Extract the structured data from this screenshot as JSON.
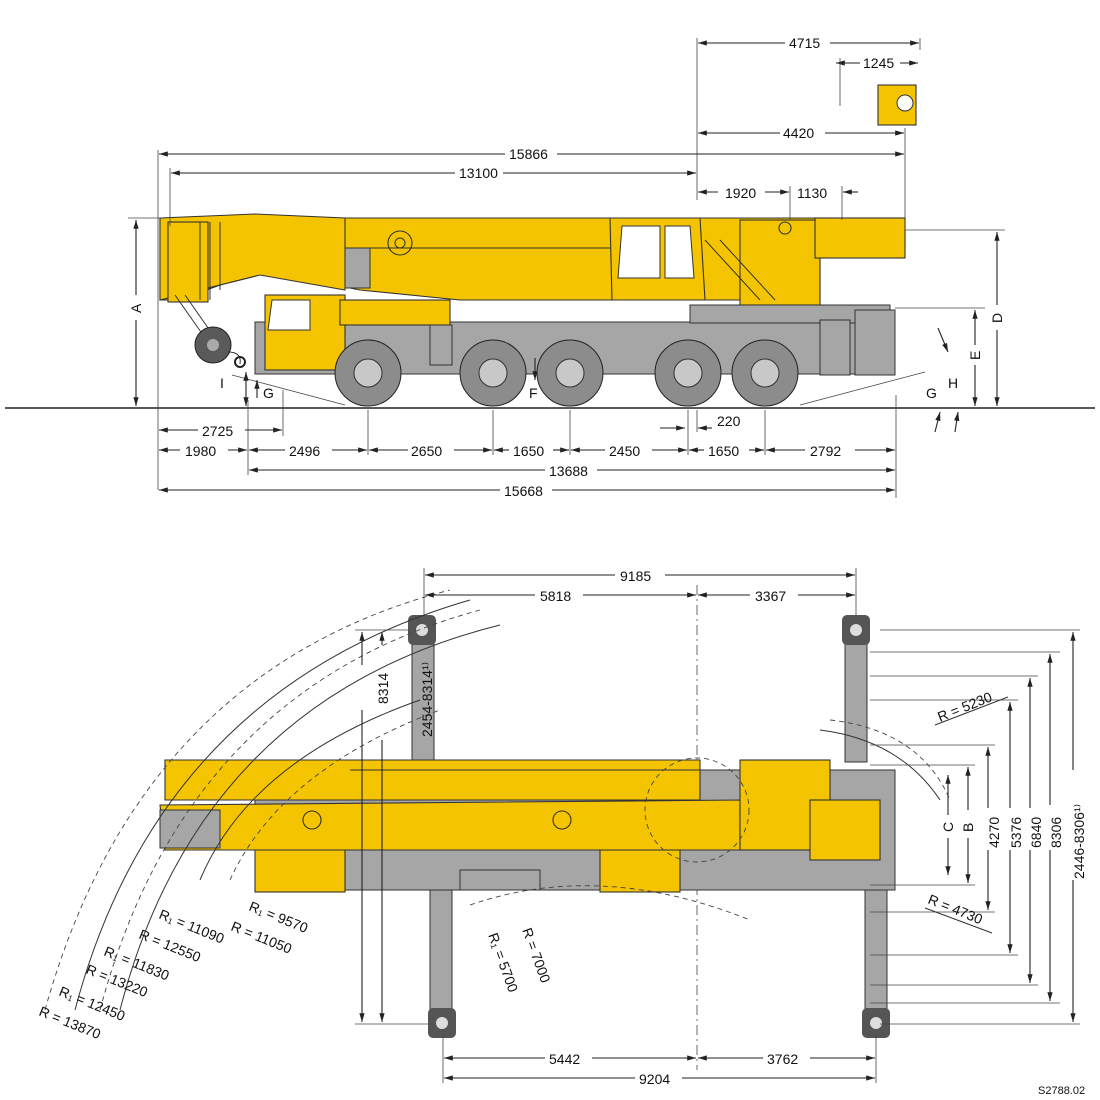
{
  "side_view": {
    "dims_top": {
      "d4715": "4715",
      "d1245": "1245",
      "d4420": "4420",
      "d15866": "15866",
      "d13100": "13100",
      "d1920": "1920",
      "d1130": "1130"
    },
    "dims_bottom": {
      "d2725": "2725",
      "d1980": "1980",
      "d2496": "2496",
      "d2650": "2650",
      "d1650a": "1650",
      "d2450": "2450",
      "d1650b": "1650",
      "d2792": "2792",
      "d220": "220",
      "d13688": "13688",
      "d15668": "15668"
    },
    "letters": {
      "A": "A",
      "D": "D",
      "E": "E",
      "F": "F",
      "G1": "G",
      "G2": "G",
      "H": "H",
      "I": "I"
    }
  },
  "top_view": {
    "dims": {
      "d9185": "9185",
      "d5818": "5818",
      "d3367": "3367",
      "d5442": "5442",
      "d3762": "3762",
      "d9204": "9204",
      "d8314": "8314",
      "d2454": "2454-8314¹⁾",
      "d4270": "4270",
      "d5376": "5376",
      "d6840": "6840",
      "d8306": "8306",
      "d2446": "2446-8306¹⁾",
      "C": "C",
      "B": "B"
    },
    "radii": {
      "r5230": "R = 5230",
      "r4730": "R = 4730",
      "r9570": "R₁ = 9570",
      "r11050": "R = 11050",
      "r11090": "R₁ = 11090",
      "r12550": "R = 12550",
      "r11830": "R₁ = 11830",
      "r13220": "R = 13220",
      "r12450": "R₁ = 12450",
      "r13870": "R = 13870",
      "r5700": "R₁ = 5700",
      "r7000": "R = 7000"
    }
  },
  "drawing_code": "S2788.02",
  "colors": {
    "crane_yellow": "#f5c400",
    "chassis_grey": "#a6a6a6",
    "tire_grey": "#8c8c8c"
  }
}
